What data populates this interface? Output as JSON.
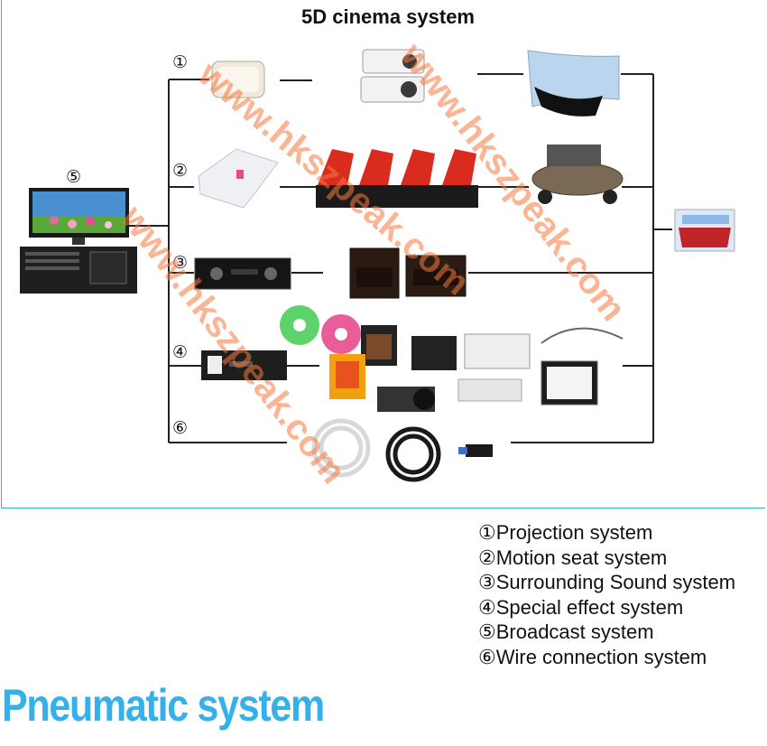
{
  "diagram": {
    "title": "5D cinema system",
    "markers": {
      "projection": "①",
      "motion": "②",
      "sound": "③",
      "effect": "④",
      "broadcast": "⑤",
      "wire": "⑥"
    },
    "watermark": "www.hkszpeak.com"
  },
  "legend": {
    "items": [
      "①Projection system",
      "②Motion seat system",
      "③Surrounding Sound system",
      "④Special effect system",
      "⑤Broadcast system",
      "⑥Wire connection system"
    ]
  },
  "footer": {
    "title": "Pneumatic system"
  },
  "colors": {
    "accent_blue": "#35b1ea",
    "frame_green": "#2fbf9f",
    "watermark_orange": "#f4783c",
    "seat_red": "#d92b1e"
  }
}
